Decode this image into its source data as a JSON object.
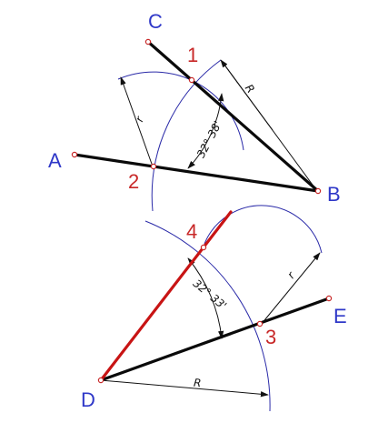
{
  "construction_1": {
    "points": {
      "A": "A",
      "B": "B",
      "C": "C"
    },
    "intersections": {
      "n1": "1",
      "n2": "2"
    },
    "radius_large": "R",
    "radius_small": "r",
    "angle": "32° 38'"
  },
  "construction_2": {
    "points": {
      "D": "D",
      "E": "E"
    },
    "intersections": {
      "n3": "3",
      "n4": "4"
    },
    "radius_large": "R",
    "radius_small": "r",
    "angle": "32° 33'"
  },
  "colors": {
    "point_labels": "#2f38c8",
    "intersection_labels": "#c82828",
    "arcs": "#2a2aa8",
    "original_lines": "#0a0a0a",
    "constructed_line": "#c81414"
  }
}
